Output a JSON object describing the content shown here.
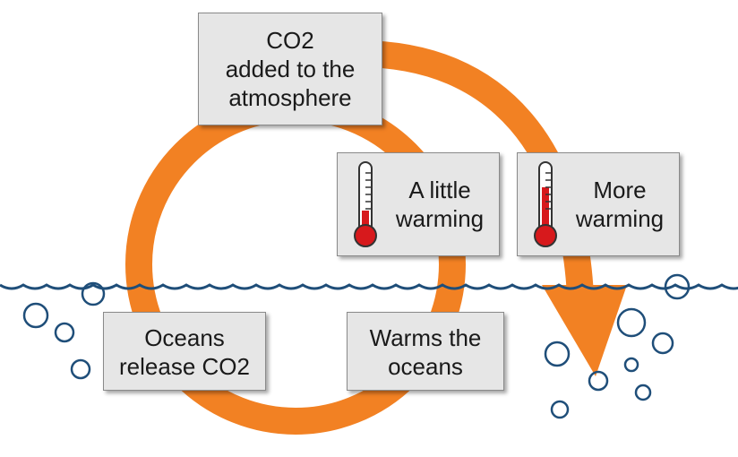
{
  "boxes": {
    "co2_added": {
      "lines": [
        "CO2",
        "added to the",
        "atmosphere"
      ]
    },
    "little_warming": {
      "lines": [
        "A little",
        "warming"
      ]
    },
    "more_warming": {
      "lines": [
        "More",
        "warming"
      ]
    },
    "oceans_release": {
      "lines": [
        "Oceans",
        "release CO2"
      ]
    },
    "warms_oceans": {
      "lines": [
        "Warms the",
        "oceans"
      ]
    }
  },
  "colors": {
    "cycle_arrow": "#f28123",
    "water": "#1f4e79",
    "box_fill": "#e6e6e6",
    "thermometer_red": "#d7191c"
  },
  "icons": [
    "thermometer-icon",
    "bubble-icon",
    "wave-icon",
    "arrow-icon"
  ]
}
